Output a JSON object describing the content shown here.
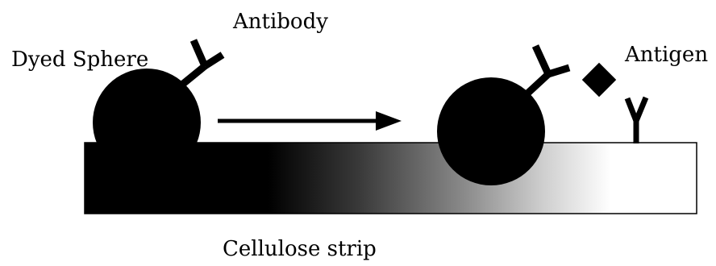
{
  "labels": {
    "antibody": "Antibody",
    "dyed_sphere": "Dyed Sphere",
    "antigen": "Antigen",
    "cellulose_strip": "Cellulose strip"
  },
  "colors": {
    "ink": "#000000",
    "background": "#ffffff",
    "strip_dark": "#000000",
    "strip_mid": "#8a8a8a",
    "strip_light": "#ffffff"
  }
}
